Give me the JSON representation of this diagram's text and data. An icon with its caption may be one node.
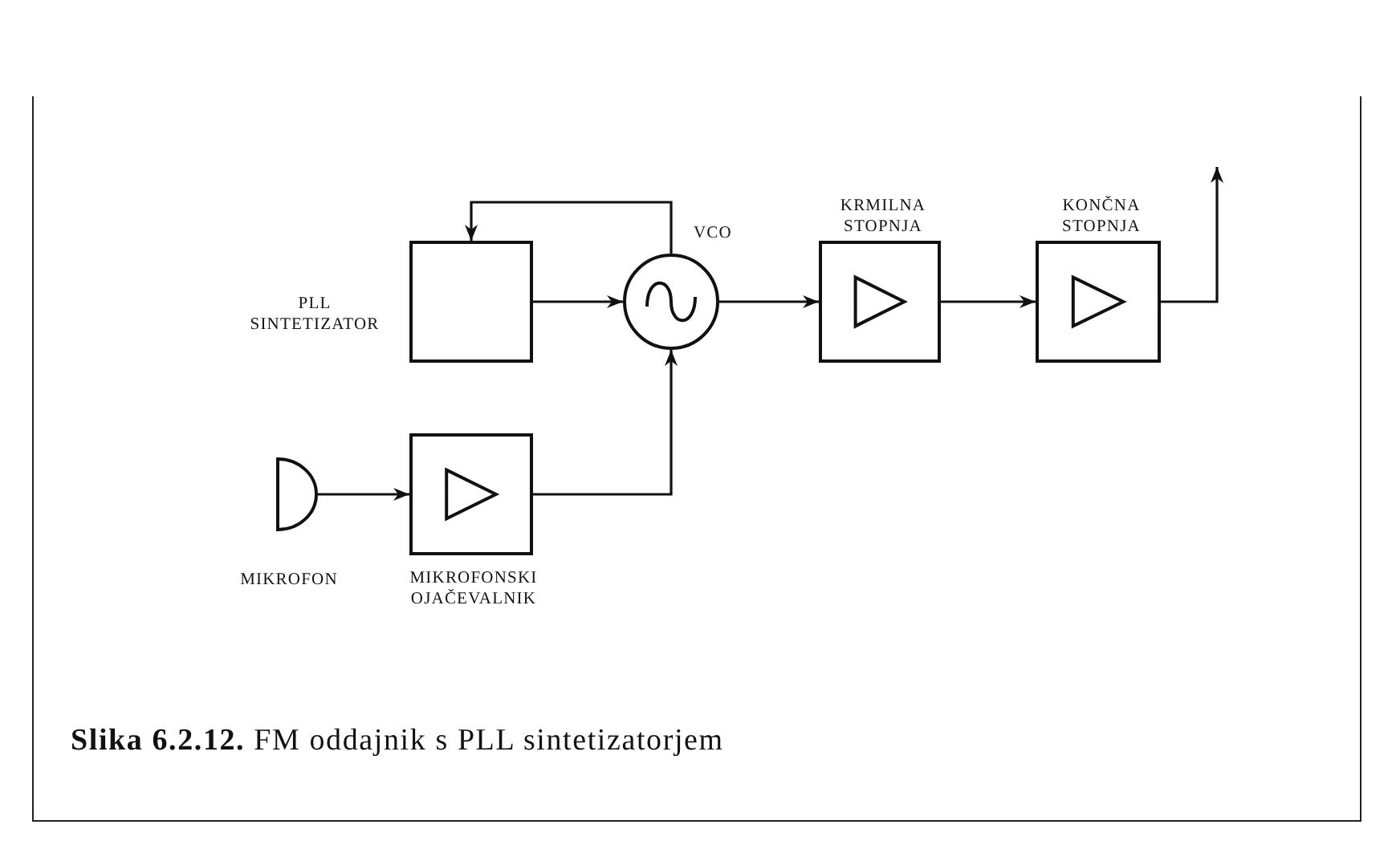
{
  "diagram": {
    "caption": "**Slika 6.2.12.** FM oddajnik s PLL sintetizatorjem",
    "nodes": [
      {
        "text": [
          "PLL SINTETIZATOR"
        ]
      },
      {
        "text": [
          "VCO"
        ]
      },
      {
        "text": [
          "KRMILNA STOPNJA"
        ]
      },
      {
        "text": [
          "KONČNA STOPNJA"
        ]
      },
      {
        "text": [
          "MIKROFON"
        ]
      },
      {
        "text": [
          "MIKROFONSKI OJAČEVALNIK"
        ]
      }
    ],
    "edges": [
      {
        "from": 0,
        "to": 1,
        "arrow": "to"
      },
      {
        "from": 1,
        "to": 0,
        "arrow": "to"
      },
      {
        "from": 1,
        "to": 2,
        "arrow": "to"
      },
      {
        "from": 2,
        "to": 3,
        "arrow": "to"
      },
      {
        "from": 3,
        "to": null,
        "arrow": "to"
      },
      {
        "from": 4,
        "to": 5,
        "arrow": "to"
      },
      {
        "from": 5,
        "to": 1,
        "arrow": "to"
      }
    ]
  }
}
